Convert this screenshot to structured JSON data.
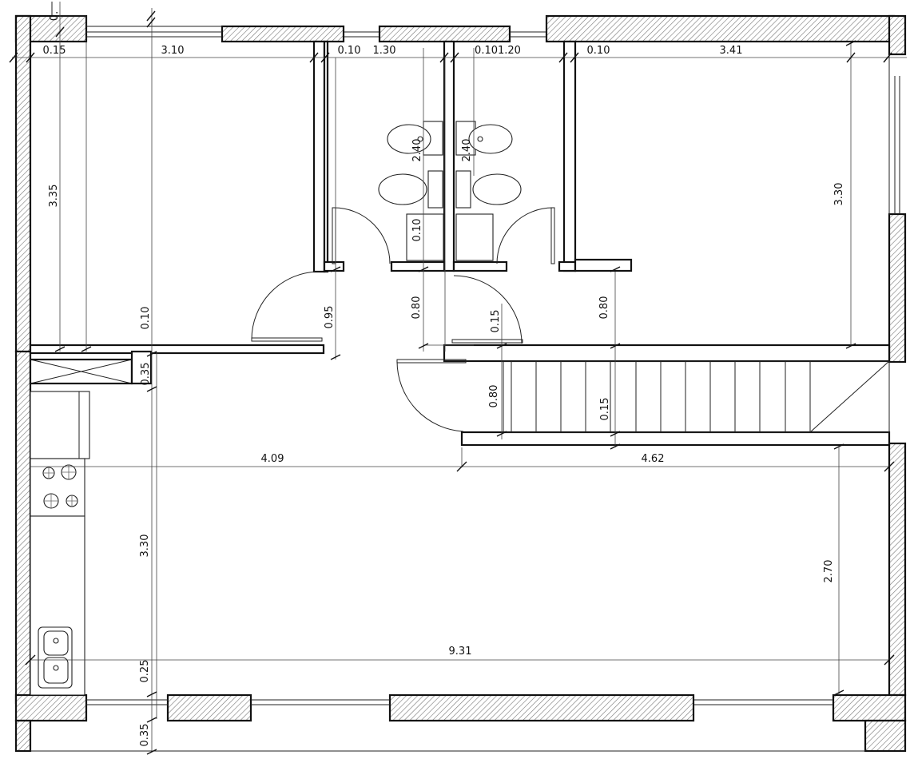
{
  "dimensions": {
    "top_wall": "0.",
    "left_wall": "0.15",
    "room1_width": "3.10",
    "bath1_wall": "0.10",
    "bath1_width": "1.30",
    "bath2_wall_width": "0.101.20",
    "room2_wall": "0.10",
    "room2_width": "3.41",
    "room1_depth": "3.35",
    "room2_depth": "3.30",
    "bath1_depth": "2.40",
    "bath2_depth": "2.40",
    "bath_partition": "0.10",
    "corridor_wall": "0.10",
    "door1_width": "0.95",
    "corridor_width": "0.80",
    "partition_a": "0.15",
    "room2_door": "0.80",
    "pantry_wall": "0.35",
    "stair_landing": "0.80",
    "stair_wall": "0.15",
    "living_left_width": "4.09",
    "living_right_width": "4.62",
    "living_depth": "3.30",
    "living_right_depth": "2.70",
    "total_width": "9.31",
    "bottom_wall": "0.25",
    "bottom_outer": "0.35"
  },
  "colors": {
    "line": "#111111",
    "hatch": "#777777",
    "dim_line": "#444444"
  }
}
